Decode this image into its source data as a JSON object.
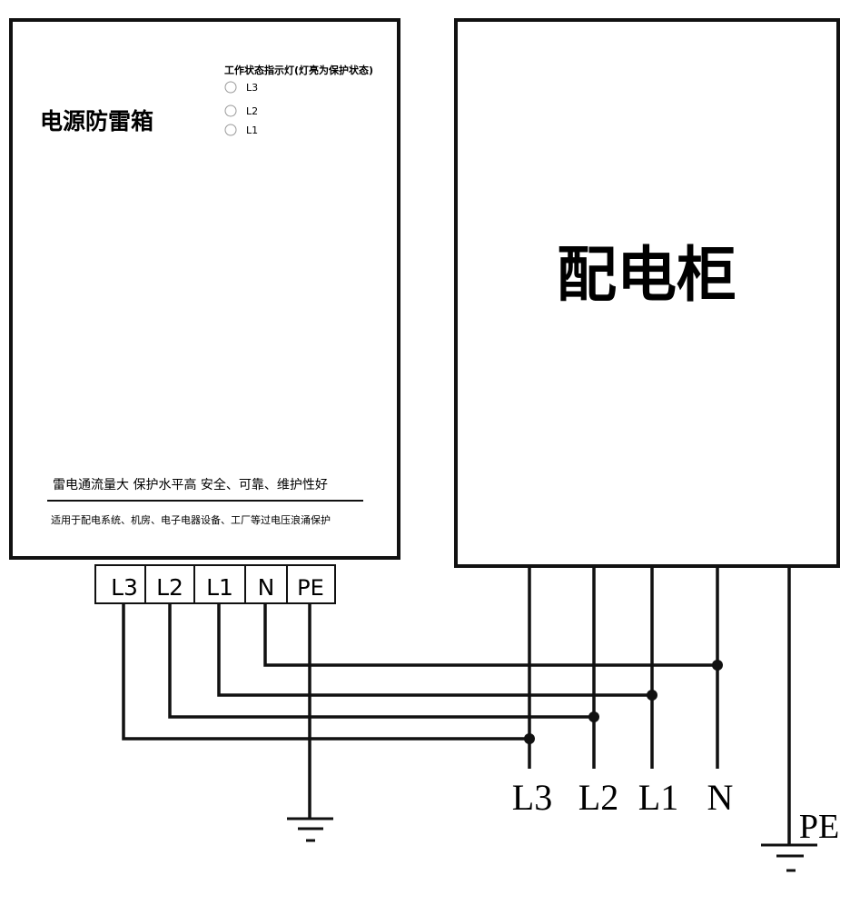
{
  "protector_box": {
    "title": "电源防雷箱",
    "indicator_title": "工作状态指示灯(灯亮为保护状态)",
    "indicators": [
      "L3",
      "L2",
      "L1"
    ],
    "slogan": "雷电通流量大 保护水平高  安全、可靠、维护性好",
    "application": "适用于配电系统、机房、电子电器设备、工厂等过电压浪涌保护",
    "terminals": [
      "L3",
      "L2",
      "L1",
      "N",
      "PE"
    ]
  },
  "cabinet": {
    "title": "配电柜"
  },
  "bus_labels": {
    "l3": "L3",
    "l2": "L2",
    "l1": "L1",
    "n": "N",
    "pe": "PE"
  }
}
